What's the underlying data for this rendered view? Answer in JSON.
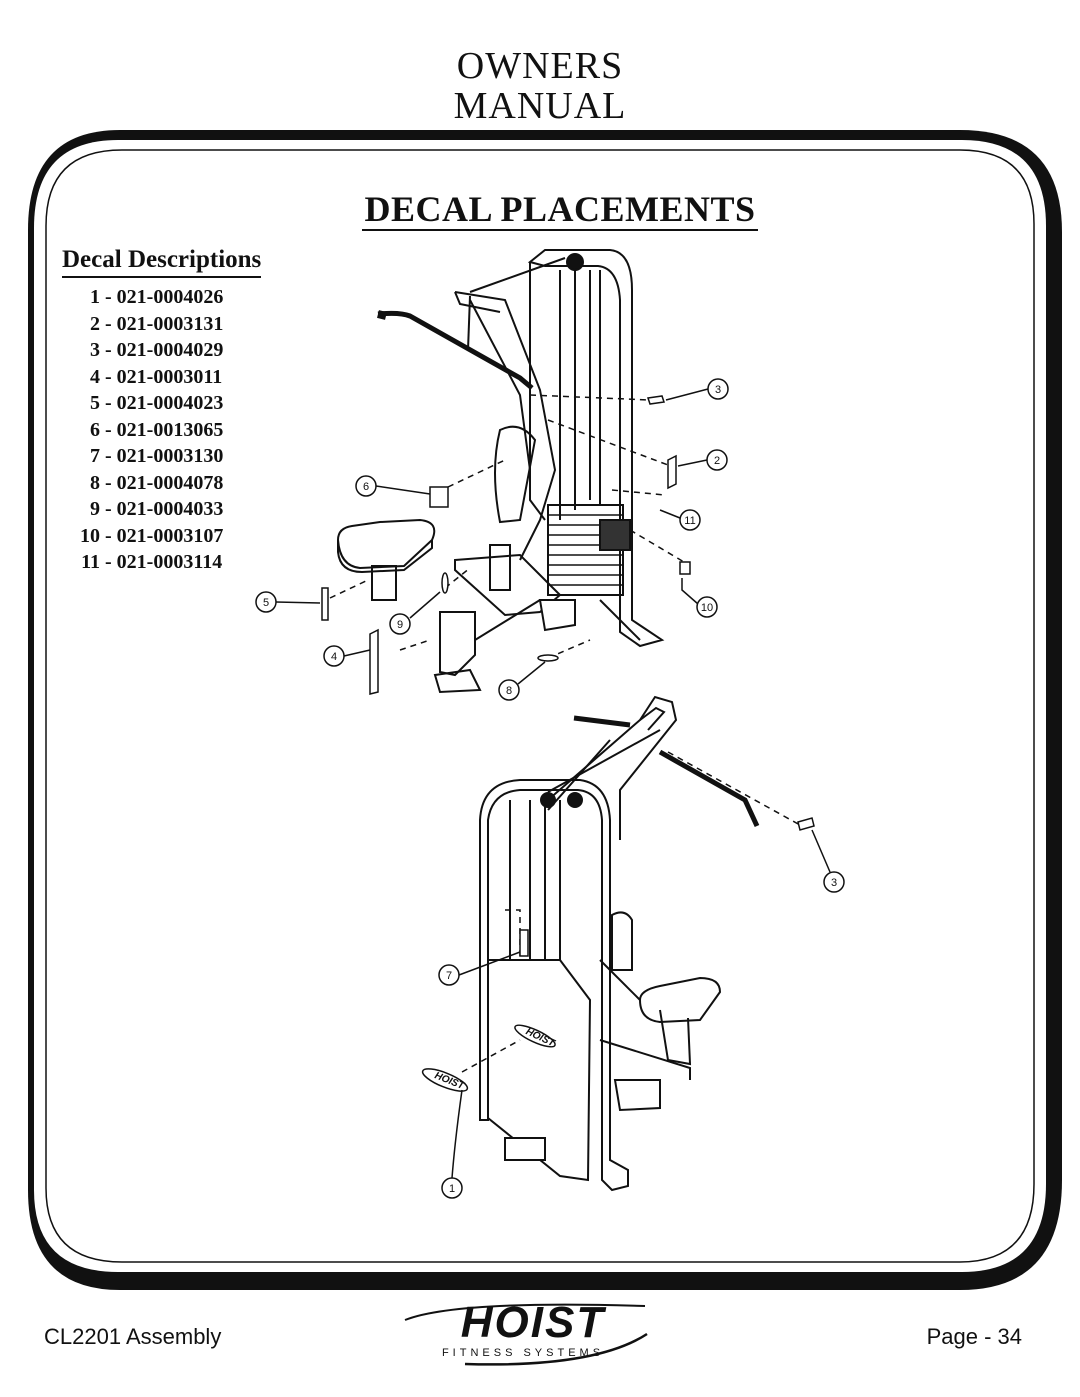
{
  "header": {
    "line1": "OWNERS",
    "line2": "MANUAL"
  },
  "section": {
    "title": "DECAL PLACEMENTS"
  },
  "legend": {
    "heading": "Decal Descriptions",
    "items": [
      {
        "num": "1",
        "part": "021-0004026"
      },
      {
        "num": "2",
        "part": "021-0003131"
      },
      {
        "num": "3",
        "part": "021-0004029"
      },
      {
        "num": "4",
        "part": "021-0003011"
      },
      {
        "num": "5",
        "part": "021-0004023"
      },
      {
        "num": "6",
        "part": "021-0013065"
      },
      {
        "num": "7",
        "part": "021-0003130"
      },
      {
        "num": "8",
        "part": "021-0004078"
      },
      {
        "num": "9",
        "part": "021-0004033"
      },
      {
        "num": "10",
        "part": "021-0003107"
      },
      {
        "num": "11",
        "part": "021-0003114"
      }
    ]
  },
  "callouts": [
    "3",
    "2",
    "6",
    "11",
    "10",
    "5",
    "9",
    "4",
    "8",
    "3",
    "7",
    "1"
  ],
  "logo": {
    "word": "HOIST",
    "sub": "FITNESS SYSTEMS",
    "decal_word": "HOIST"
  },
  "footer": {
    "left": "CL2201 Assembly",
    "right": "Page - 34"
  }
}
